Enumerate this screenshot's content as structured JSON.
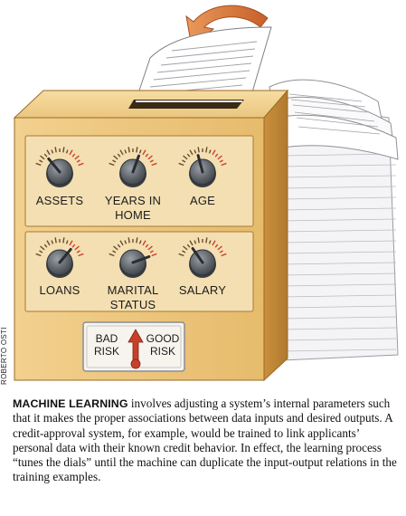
{
  "credit": "ROBERTO OSTI",
  "dials": {
    "assets": "ASSETS",
    "years_line1": "YEARS IN",
    "years_line2": "HOME",
    "age": "AGE",
    "loans": "LOANS",
    "marital_line1": "MARITAL",
    "marital_line2": "STATUS",
    "salary": "SALARY"
  },
  "risk_meter": {
    "bad_line1": "BAD",
    "bad_line2": "RISK",
    "good_line1": "GOOD",
    "good_line2": "RISK"
  },
  "caption": {
    "lead": "MACHINE LEARNING",
    "body": " involves adjusting a system’s internal parameters such that it makes the proper associations between data inputs and desired outputs. A credit-approval system, for example, would be trained to link applicants’ personal data with their known credit behavior. In effect, the learning process “tunes the dials” until the machine can duplicate the input-output relations in the training examples."
  },
  "colors": {
    "box": "#e9c47c",
    "box_dark": "#c9923c",
    "panel": "#f3e0b6",
    "knob": "#6b7077",
    "arrow": "#d9743c",
    "gauge_red": "#c8402a"
  }
}
